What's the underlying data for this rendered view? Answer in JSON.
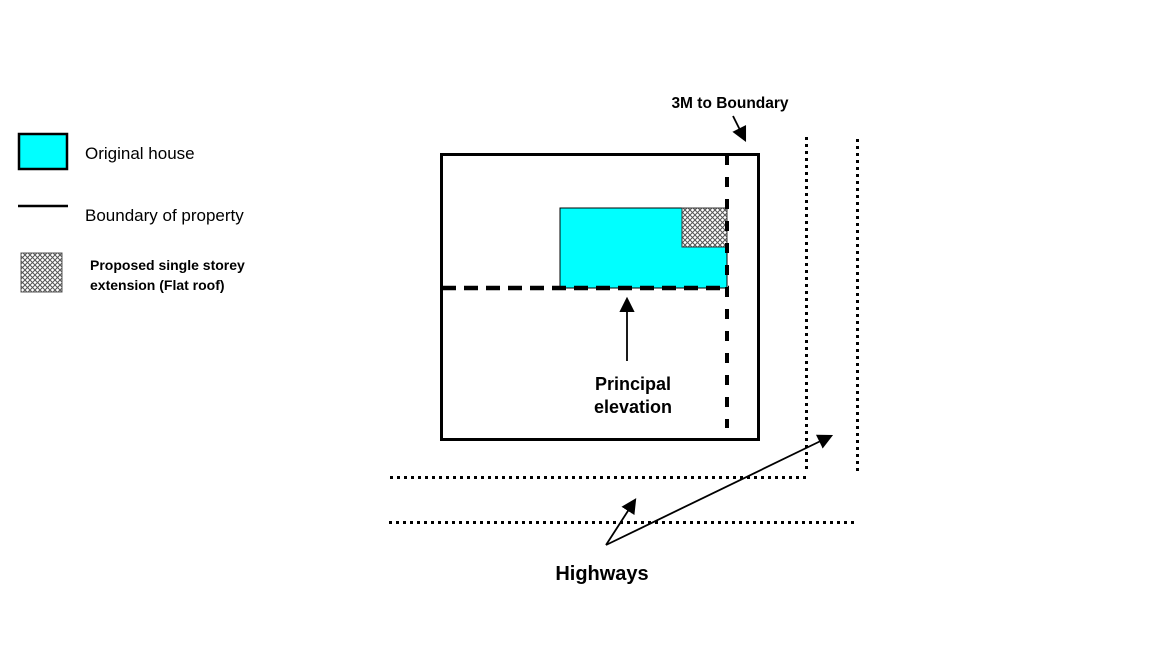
{
  "legend": {
    "items": [
      {
        "swatch": "original-house-swatch",
        "label": "Original house"
      },
      {
        "swatch": "boundary-line-swatch",
        "label": "Boundary of property"
      },
      {
        "swatch": "extension-hatch-swatch",
        "label_lines": [
          "Proposed single storey",
          "extension (Flat roof)"
        ]
      }
    ]
  },
  "plan": {
    "labels": {
      "boundary_distance": "3M to Boundary",
      "principal_elevation_lines": [
        "Principal",
        "elevation"
      ],
      "highways": "Highways"
    }
  },
  "colors": {
    "original_house_fill": "#00ffff",
    "line_color": "#000000",
    "hatch_color": "#555555",
    "background": "#ffffff"
  }
}
